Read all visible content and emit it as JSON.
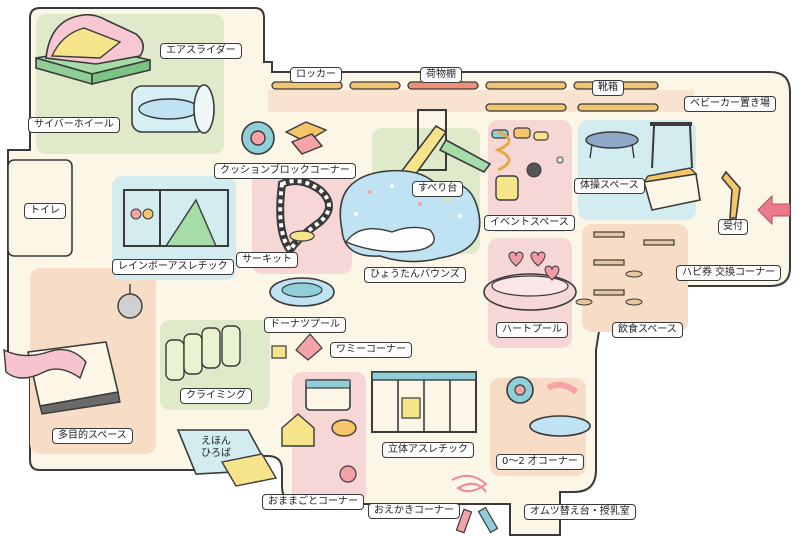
{
  "colors": {
    "floor": "#fbf6e6",
    "outline": "#3a3a3a",
    "green_zone": "#dfeacb",
    "pink_zone": "#f6d7d6",
    "peach_zone": "#f7dcc6",
    "blue_zone": "#d3ecef",
    "pool_blue": "#bfe3f3",
    "locker_orange": "#f2c572",
    "locker_red": "#ec9178",
    "entrance_arrow": "#ec7a8a"
  },
  "labels": {
    "air_slider": "エアスライダー",
    "cyber_wheel": "サイバーホイール",
    "locker": "ロッカー",
    "luggage_shelf": "荷物棚",
    "shoe_box": "靴箱",
    "stroller_area": "ベビーカー置き場",
    "cushion_block": "クッションブロックコーナー",
    "slide": "すべり台",
    "toilet": "トイレ",
    "event_space": "イベントスペース",
    "gym_space": "体操スペース",
    "reception": "受付",
    "rainbow_athletic": "レインボーアスレチック",
    "circuit": "サーキット",
    "gourd_bounce": "ひょうたんバウンズ",
    "hapi_ticket": "ハピ券 交換コーナー",
    "donut_pool": "ドーナツプール",
    "heart_pool": "ハートプール",
    "dining_space": "飲食スペース",
    "wammy_corner": "ワミーコーナー",
    "climbing": "クライミング",
    "multipurpose": "多目的スペース",
    "book_corner_line1": "えほん",
    "book_corner_line2": "ひろば",
    "solid_athletic": "立体アスレチック",
    "zero_two_corner": "0〜2 才コーナー",
    "playhouse_corner": "おままごとコーナー",
    "drawing_corner": "おえかきコーナー",
    "diaper_nursing": "オムツ替え台・授乳室"
  }
}
